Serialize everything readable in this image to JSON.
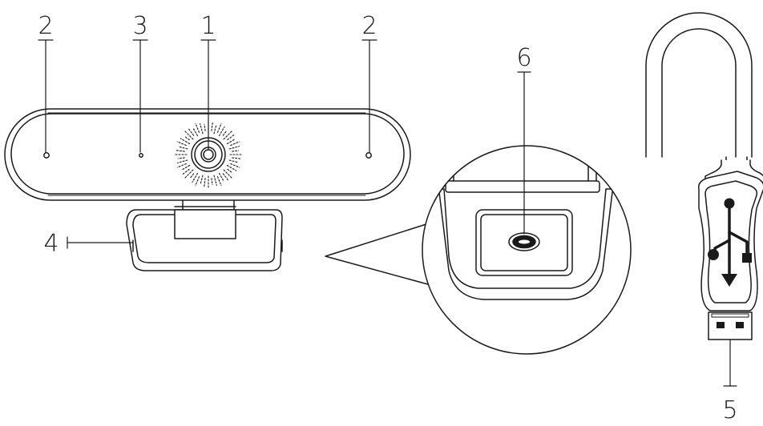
{
  "callouts": {
    "lens": "1",
    "mic_left": "2",
    "indicator": "3",
    "mic_right": "2",
    "base": "4",
    "usb": "5",
    "port": "6"
  },
  "colors": {
    "stroke": "#1a1a1a",
    "fill": "#ffffff",
    "icon": "#1a1a1a"
  },
  "icons": {
    "usb_symbol": "usb-trident-icon"
  }
}
